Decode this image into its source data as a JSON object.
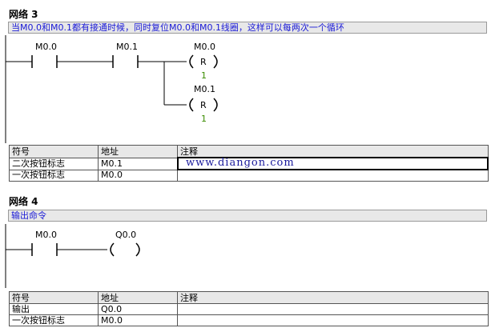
{
  "network3": {
    "title": "网络 3",
    "comment": "当M0.0和M0.1都有接通时候，同时复位M0.0和M0.1线圈，这样可以每两次一个循环",
    "contacts": [
      {
        "label": "M0.0"
      },
      {
        "label": "M0.1"
      }
    ],
    "coils": [
      {
        "label": "M0.0",
        "type": "R",
        "value": "1"
      },
      {
        "label": "M0.1",
        "type": "R",
        "value": "1"
      }
    ],
    "table": {
      "headers": [
        "符号",
        "地址",
        "注释"
      ],
      "rows": [
        {
          "symbol": "二次按钮标志",
          "address": "M0.1",
          "comment": ""
        },
        {
          "symbol": "一次按钮标志",
          "address": "M0.0",
          "comment": ""
        }
      ]
    },
    "watermark": "www.diangon.com"
  },
  "network4": {
    "title": "网络 4",
    "comment": "输出命令",
    "contacts": [
      {
        "label": "M0.0"
      }
    ],
    "coils": [
      {
        "label": "Q0.0"
      }
    ],
    "table": {
      "headers": [
        "符号",
        "地址",
        "注释"
      ],
      "rows": [
        {
          "symbol": "输出",
          "address": "Q0.0",
          "comment": ""
        },
        {
          "symbol": "一次按钮标志",
          "address": "M0.0",
          "comment": ""
        }
      ]
    }
  },
  "colors": {
    "comment_text": "#1a1ad6",
    "coil_value": "#3a8c00",
    "watermark": "#1a1a9c"
  }
}
